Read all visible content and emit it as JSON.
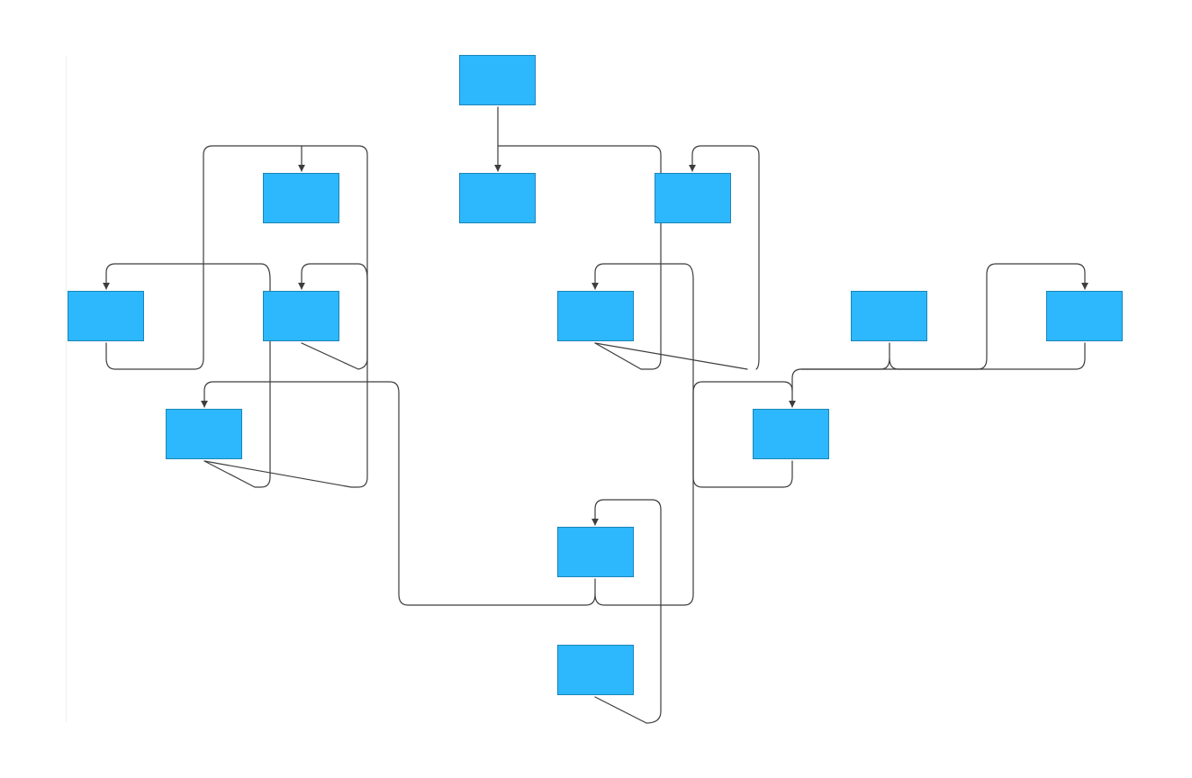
{
  "diagram": {
    "node_fill": "#2db7fc",
    "node_border": "#1b86b8",
    "edge_color": "#3d3d3d",
    "nodes": [
      {
        "id": "n-top"
      },
      {
        "id": "n-a"
      },
      {
        "id": "n-b"
      },
      {
        "id": "n-c"
      },
      {
        "id": "n-d"
      },
      {
        "id": "n-e"
      },
      {
        "id": "n-f"
      },
      {
        "id": "n-g"
      },
      {
        "id": "n-h"
      },
      {
        "id": "n-i"
      },
      {
        "id": "n-j"
      },
      {
        "id": "n-k"
      },
      {
        "id": "n-l"
      }
    ],
    "edges": [
      {
        "from": "n-top",
        "to": "n-a"
      },
      {
        "from": "n-top",
        "to": "n-b"
      },
      {
        "from": "n-c",
        "to": "n-b"
      },
      {
        "from": "n-d",
        "to": "n-c"
      },
      {
        "from": "n-h",
        "to": "n-e"
      },
      {
        "from": "n-h",
        "to": "n-f"
      },
      {
        "from": "n-h",
        "to": "n-g"
      },
      {
        "from": "n-d",
        "to": "n-e"
      },
      {
        "from": "n-g",
        "to": "n-f"
      },
      {
        "from": "n-e",
        "to": "n-h"
      },
      {
        "from": "n-i",
        "to": "n-j"
      },
      {
        "from": "n-i",
        "to": "n-k"
      },
      {
        "from": "n-l",
        "to": "n-j"
      },
      {
        "from": "n-k",
        "to": "n-j"
      },
      {
        "from": "n-l",
        "to": "n-e"
      },
      {
        "from": "n-l",
        "to": "n-c"
      },
      {
        "from": "n-m",
        "to": "n-l"
      }
    ]
  }
}
